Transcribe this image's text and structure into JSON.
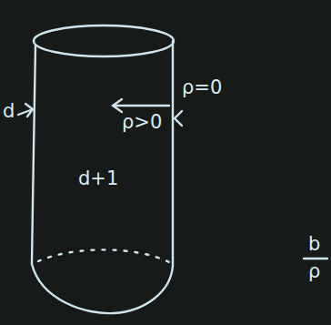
{
  "diagram": {
    "labels": [
      "d",
      "d+1",
      "ρ=0",
      "ρ>0",
      "b",
      "ρ"
    ]
  }
}
